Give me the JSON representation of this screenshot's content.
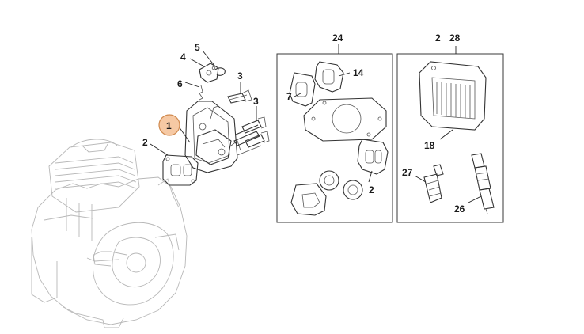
{
  "colors": {
    "highlight_fill": "#f6c9a4",
    "highlight_stroke": "#d08a4f",
    "line": "#333333"
  },
  "callouts": {
    "c1": "1",
    "c2a": "2",
    "c2b": "2",
    "c3a": "3",
    "c3b": "3",
    "c4": "4",
    "c5": "5",
    "c6": "6",
    "c7": "7",
    "c14": "14",
    "c24": "24",
    "c2c": "2",
    "c28": "28",
    "c18": "18",
    "c27": "27",
    "c26": "26"
  }
}
